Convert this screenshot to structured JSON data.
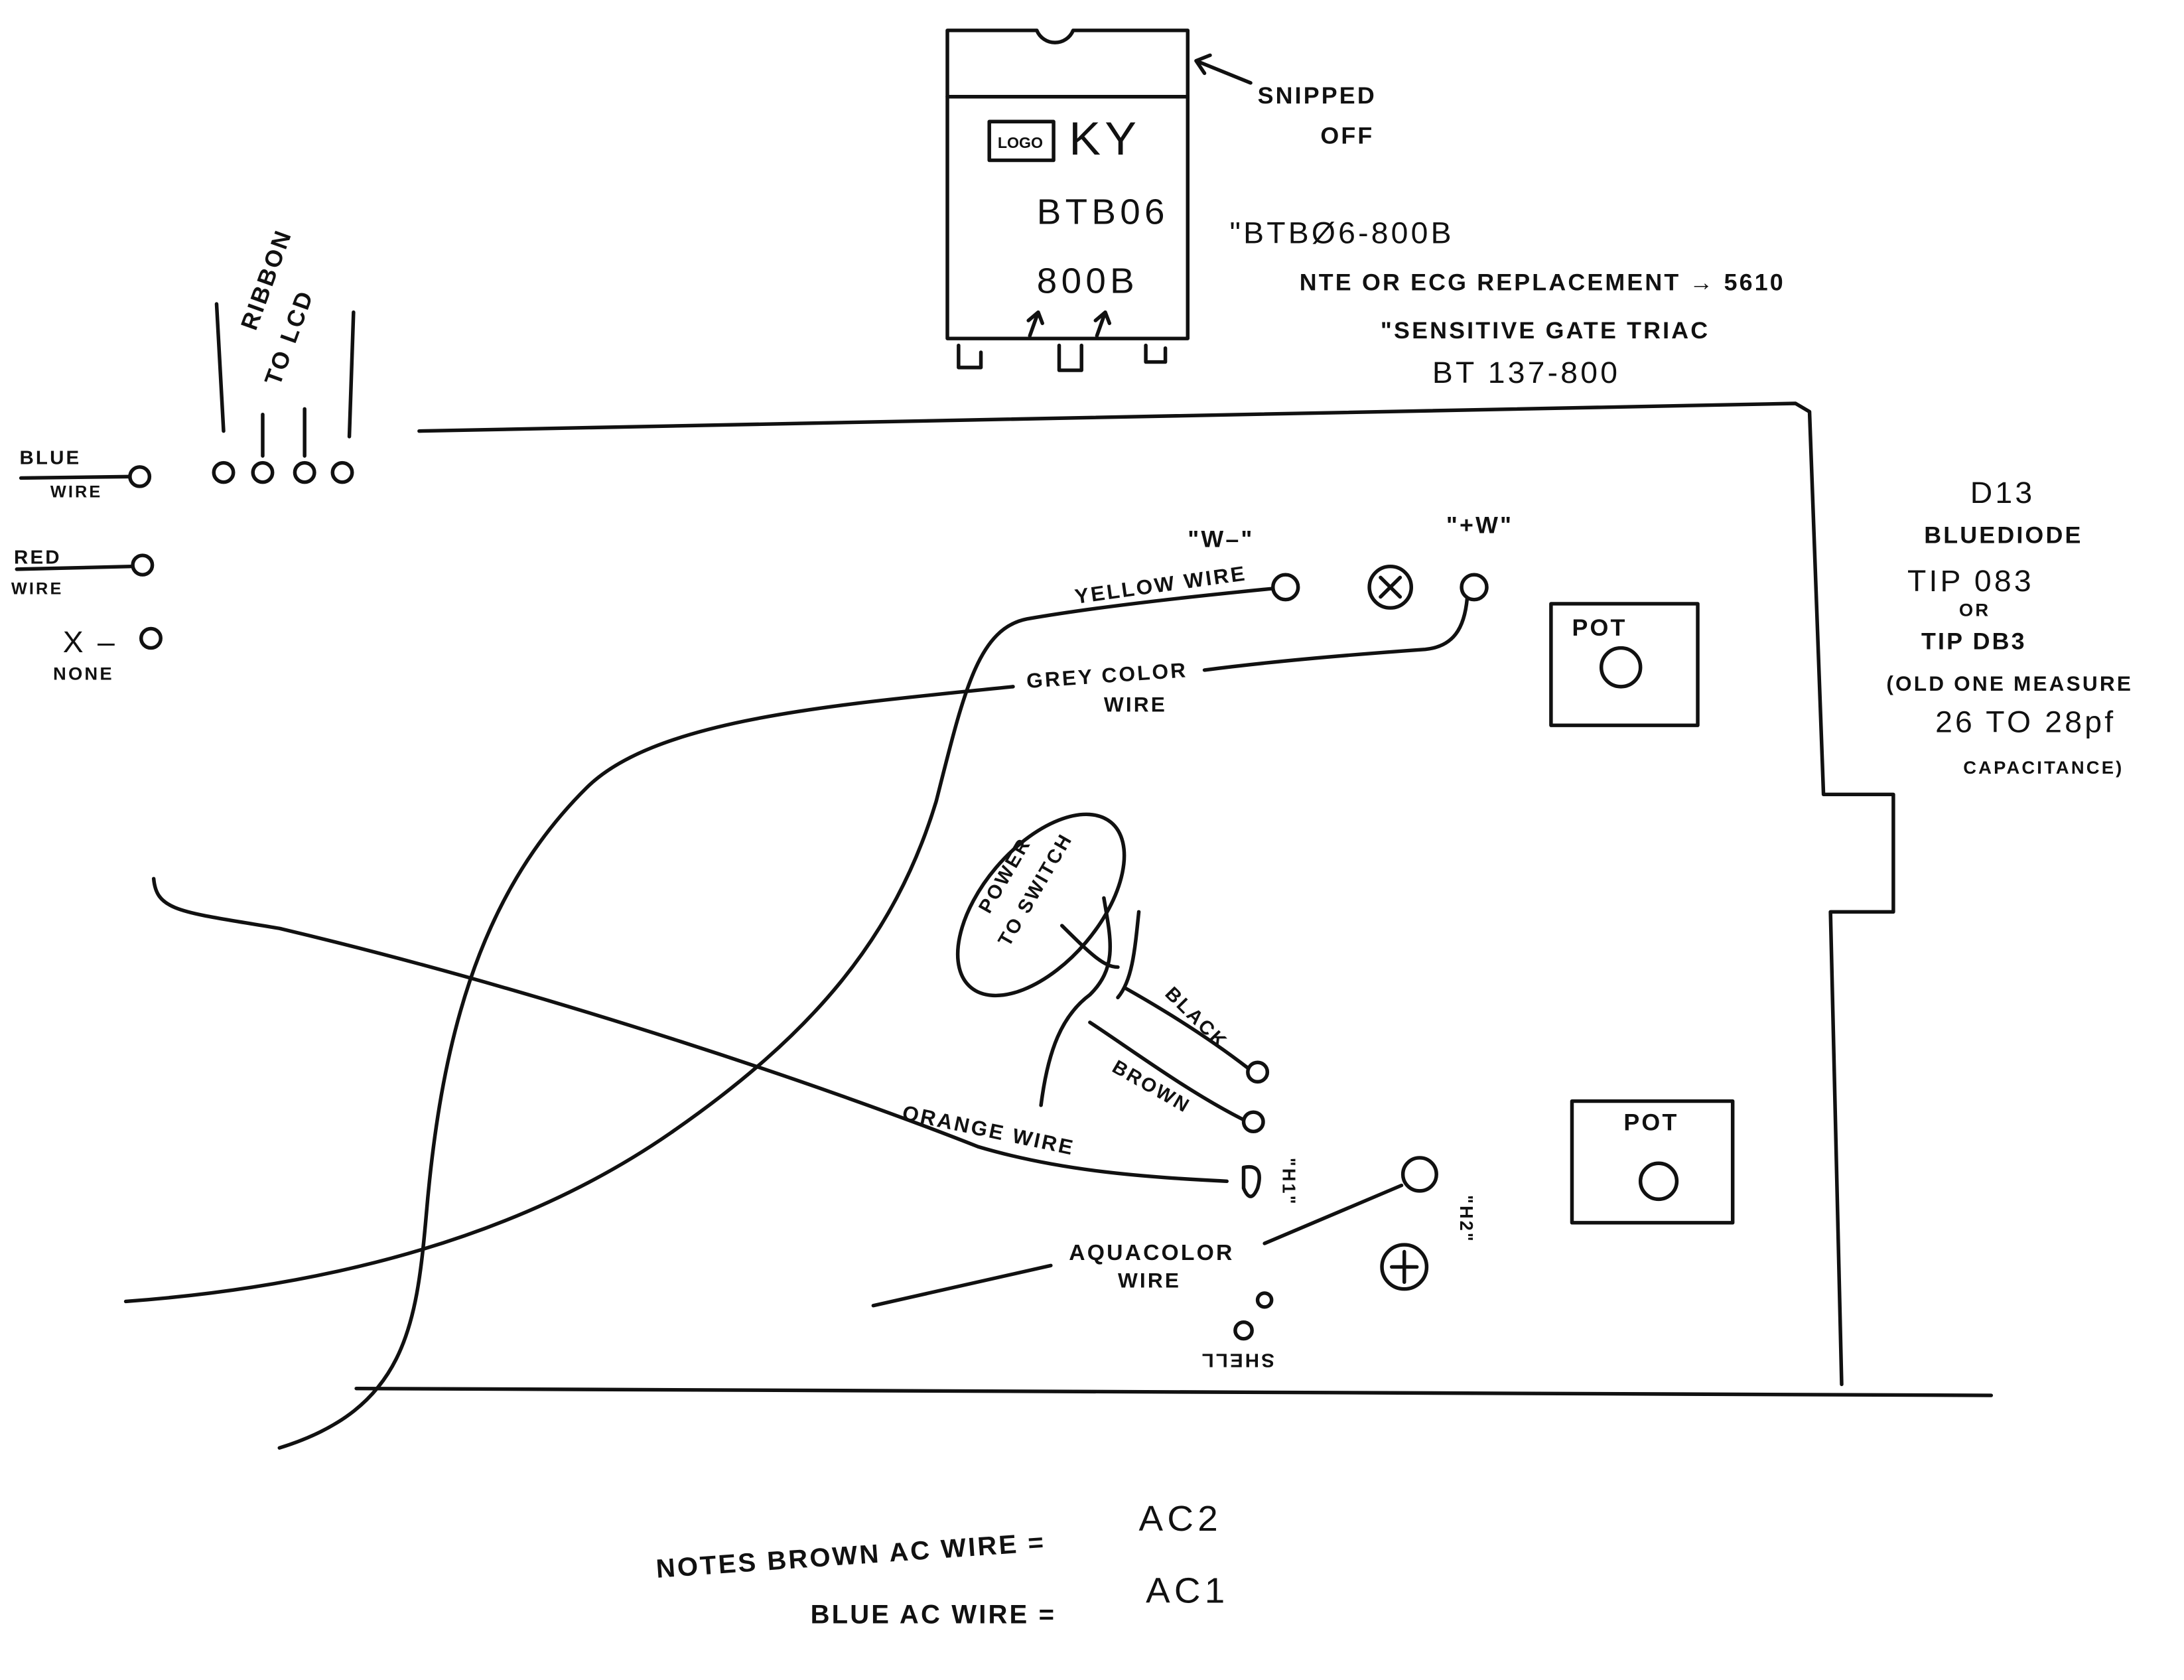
{
  "chip": {
    "logo": "LOGO",
    "brand": "KY",
    "line1": "BTB06",
    "line2": "800B",
    "snipped_note_1": "SNIPPED",
    "snipped_note_2": "OFF"
  },
  "part_notes": {
    "part": "\"BTBØ6-800B",
    "replacement": "NTE OR ECG REPLACEMENT → 5610",
    "type": "\"SENSITIVE GATE TRIAC",
    "alt": "BT 137-800"
  },
  "ribbon": {
    "line1": "RIBBON",
    "line2": "TO LCD"
  },
  "left_wires": {
    "blue_1": "BLUE",
    "blue_2": "WIRE",
    "red_1": "RED",
    "red_2": "WIRE",
    "x_label": "X –",
    "none": "NONE"
  },
  "diode_note": {
    "l1": "D13",
    "l2": "BLUEDIODE",
    "l3": "TIP 083",
    "l4": "OR",
    "l5": "TIP DB3",
    "l6": "(OLD ONE MEASURE",
    "l7": "26 TO 28pf",
    "l8": "CAPACITANCE)"
  },
  "board": {
    "w_minus": "\"W–\"",
    "w_plus": "\"+W\"",
    "yellow_wire": "YELLOW WIRE",
    "grey_1": "GREY COLOR",
    "grey_2": "WIRE",
    "pot_1": "POT",
    "pot_2": "POT",
    "power_1": "POWER",
    "power_2": "TO SWITCH",
    "black": "BLACK",
    "brown": "BROWN",
    "orange_wire": "ORANGE WIRE",
    "h1": "\"H1\"",
    "h2": "\"H2\"",
    "aqua_1": "AQUACOLOR",
    "aqua_2": "WIRE",
    "shell": "SHELL"
  },
  "notes": {
    "l1": "NOTES BROWN AC WIRE =",
    "v1": "AC2",
    "l2": "BLUE AC WIRE =",
    "v2": "AC1"
  }
}
